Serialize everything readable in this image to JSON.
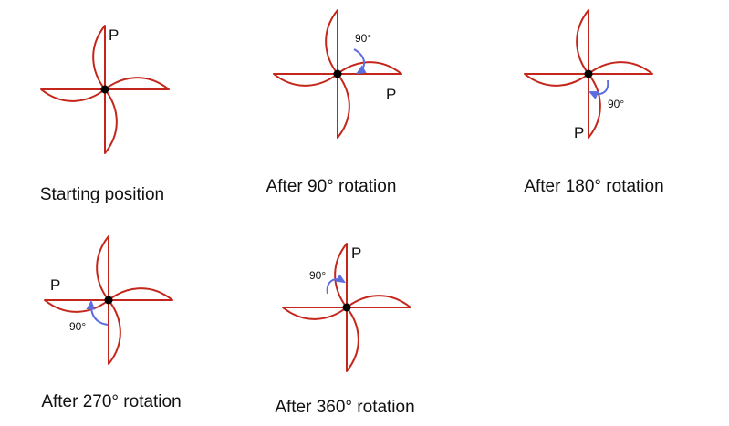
{
  "colors": {
    "blade": "#c4261b",
    "arrow": "#5b6ee1",
    "center": "#000000"
  },
  "panels": [
    {
      "caption": "Starting position",
      "point_label": "P",
      "angle_label": "",
      "rotation_deg": 0
    },
    {
      "caption": "After 90° rotation",
      "point_label": "P",
      "angle_label": "90°",
      "rotation_deg": 90
    },
    {
      "caption": "After 180° rotation",
      "point_label": "P",
      "angle_label": "90°",
      "rotation_deg": 180
    },
    {
      "caption": "After 270° rotation",
      "point_label": "P",
      "angle_label": "90°",
      "rotation_deg": 270
    },
    {
      "caption": "After 360° rotation",
      "point_label": "P",
      "angle_label": "90°",
      "rotation_deg": 360
    }
  ]
}
